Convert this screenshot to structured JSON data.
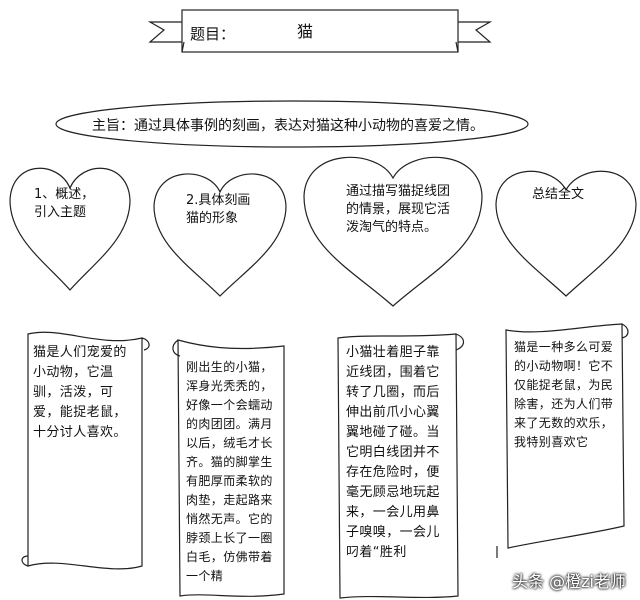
{
  "title": {
    "label": "题目：",
    "value": "猫"
  },
  "theme": "主旨：通过具体事例的刻画，表达对猫这种小动物的喜爱之情。",
  "hearts": [
    {
      "text": "1、概述，引入主题"
    },
    {
      "text": "2.具体刻画猫的形象"
    },
    {
      "text": "通过描写猫捉线团的情景，展现它活泼淘气的特点。"
    },
    {
      "text": "总结全文"
    }
  ],
  "scrolls": [
    {
      "text": "猫是人们宠爱的小动物，它温驯，活泼，可爱，能捉老鼠，十分讨人喜欢。"
    },
    {
      "text": "刚出生的小猫，浑身光秃秃的，好像一个会蠕动的肉团团。满月以后，绒毛才长齐。猫的脚掌生有肥厚而柔软的肉垫，走起路来悄然无声。它的脖颈上长了一圈白毛，仿佛带着一个精"
    },
    {
      "text": "小猫壮着胆子靠近线团，围着它转了几圈，而后伸出前爪小心翼翼地碰了碰。当它明白线团并不存在危险时，便毫无顾忌地玩起来，一会儿用鼻子嗅嗅，一会儿叼着“胜利"
    },
    {
      "text": "猫是一种多么可爱的小动物啊！它不仅能捉老鼠，为民除害，还为人们带来了无数的欢乐，我特别喜欢它"
    }
  ],
  "watermark": "头条 @橙zi老师"
}
